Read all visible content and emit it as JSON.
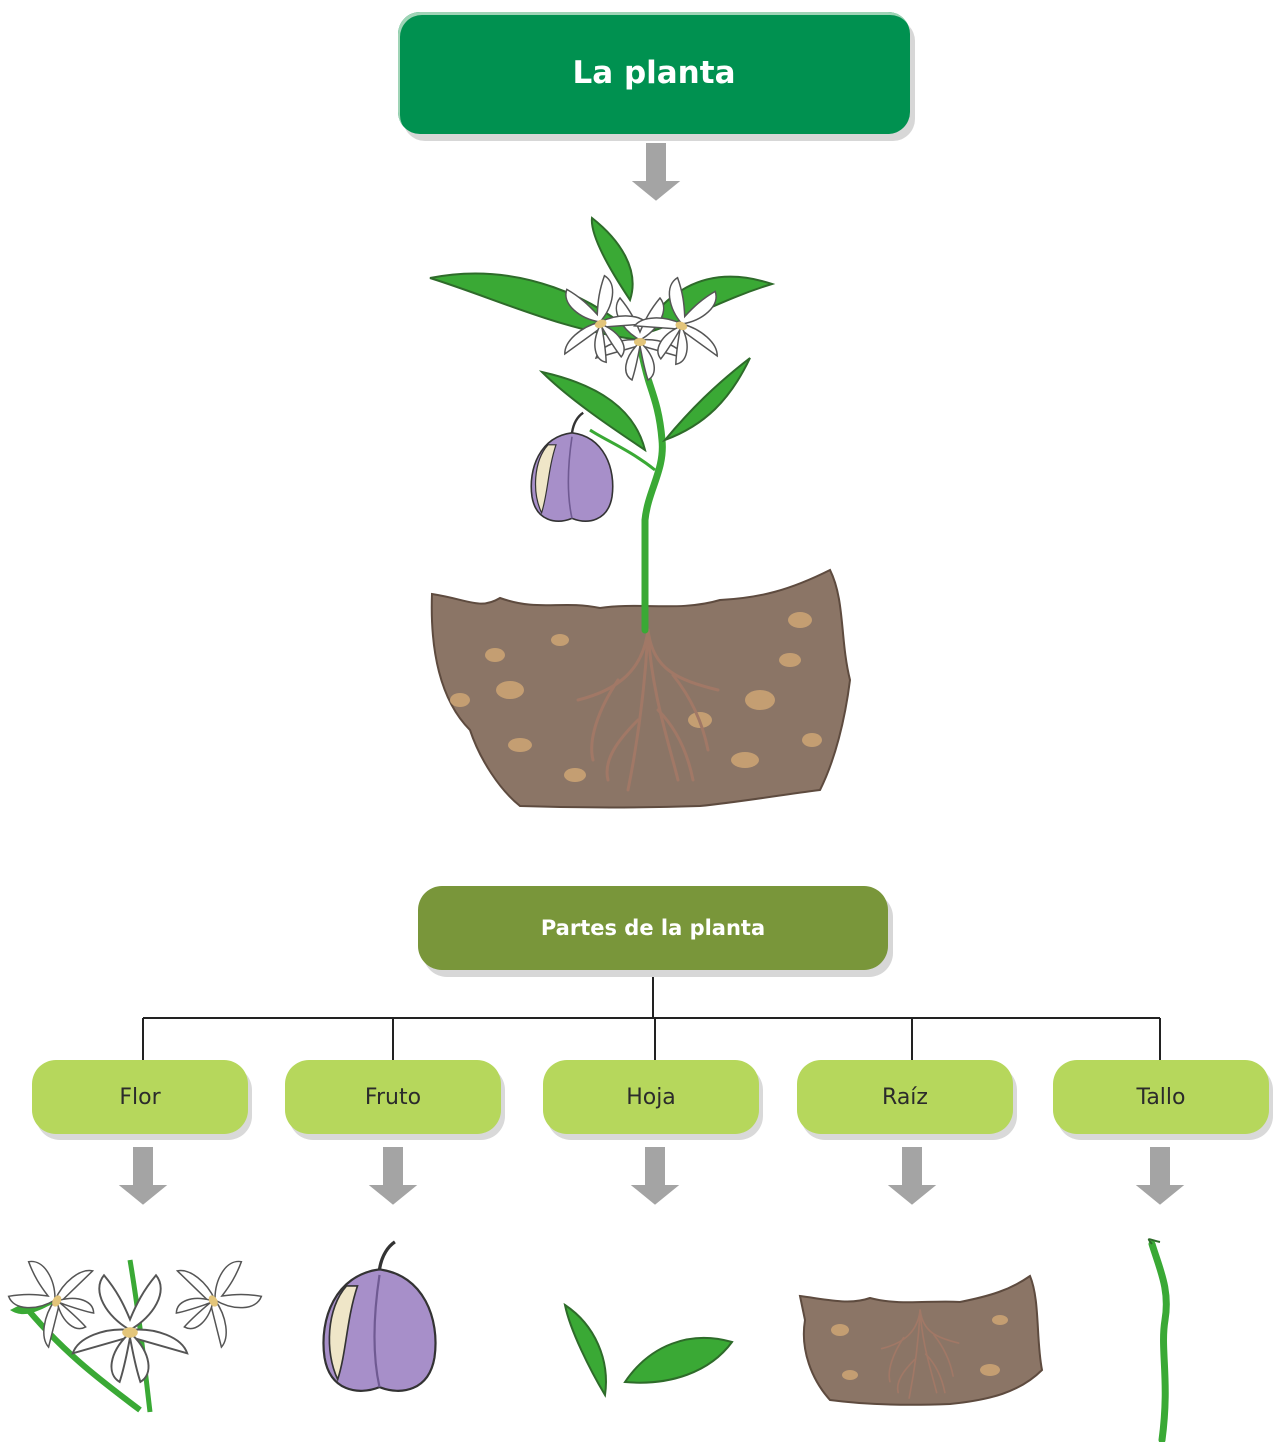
{
  "title": "La planta",
  "subtitle": "Partes de la planta",
  "parts": [
    {
      "label": "Flor"
    },
    {
      "label": "Fruto"
    },
    {
      "label": "Hoja"
    },
    {
      "label": "Raíz"
    },
    {
      "label": "Tallo"
    }
  ],
  "colors": {
    "title_bg": "#009150",
    "subtitle_bg": "#79963a",
    "part_bg": "#b6d75c",
    "arrow": "#a4a4a4",
    "soil": "#8b7566",
    "leaf": "#3aa935",
    "fruit": "#a78fc9"
  }
}
